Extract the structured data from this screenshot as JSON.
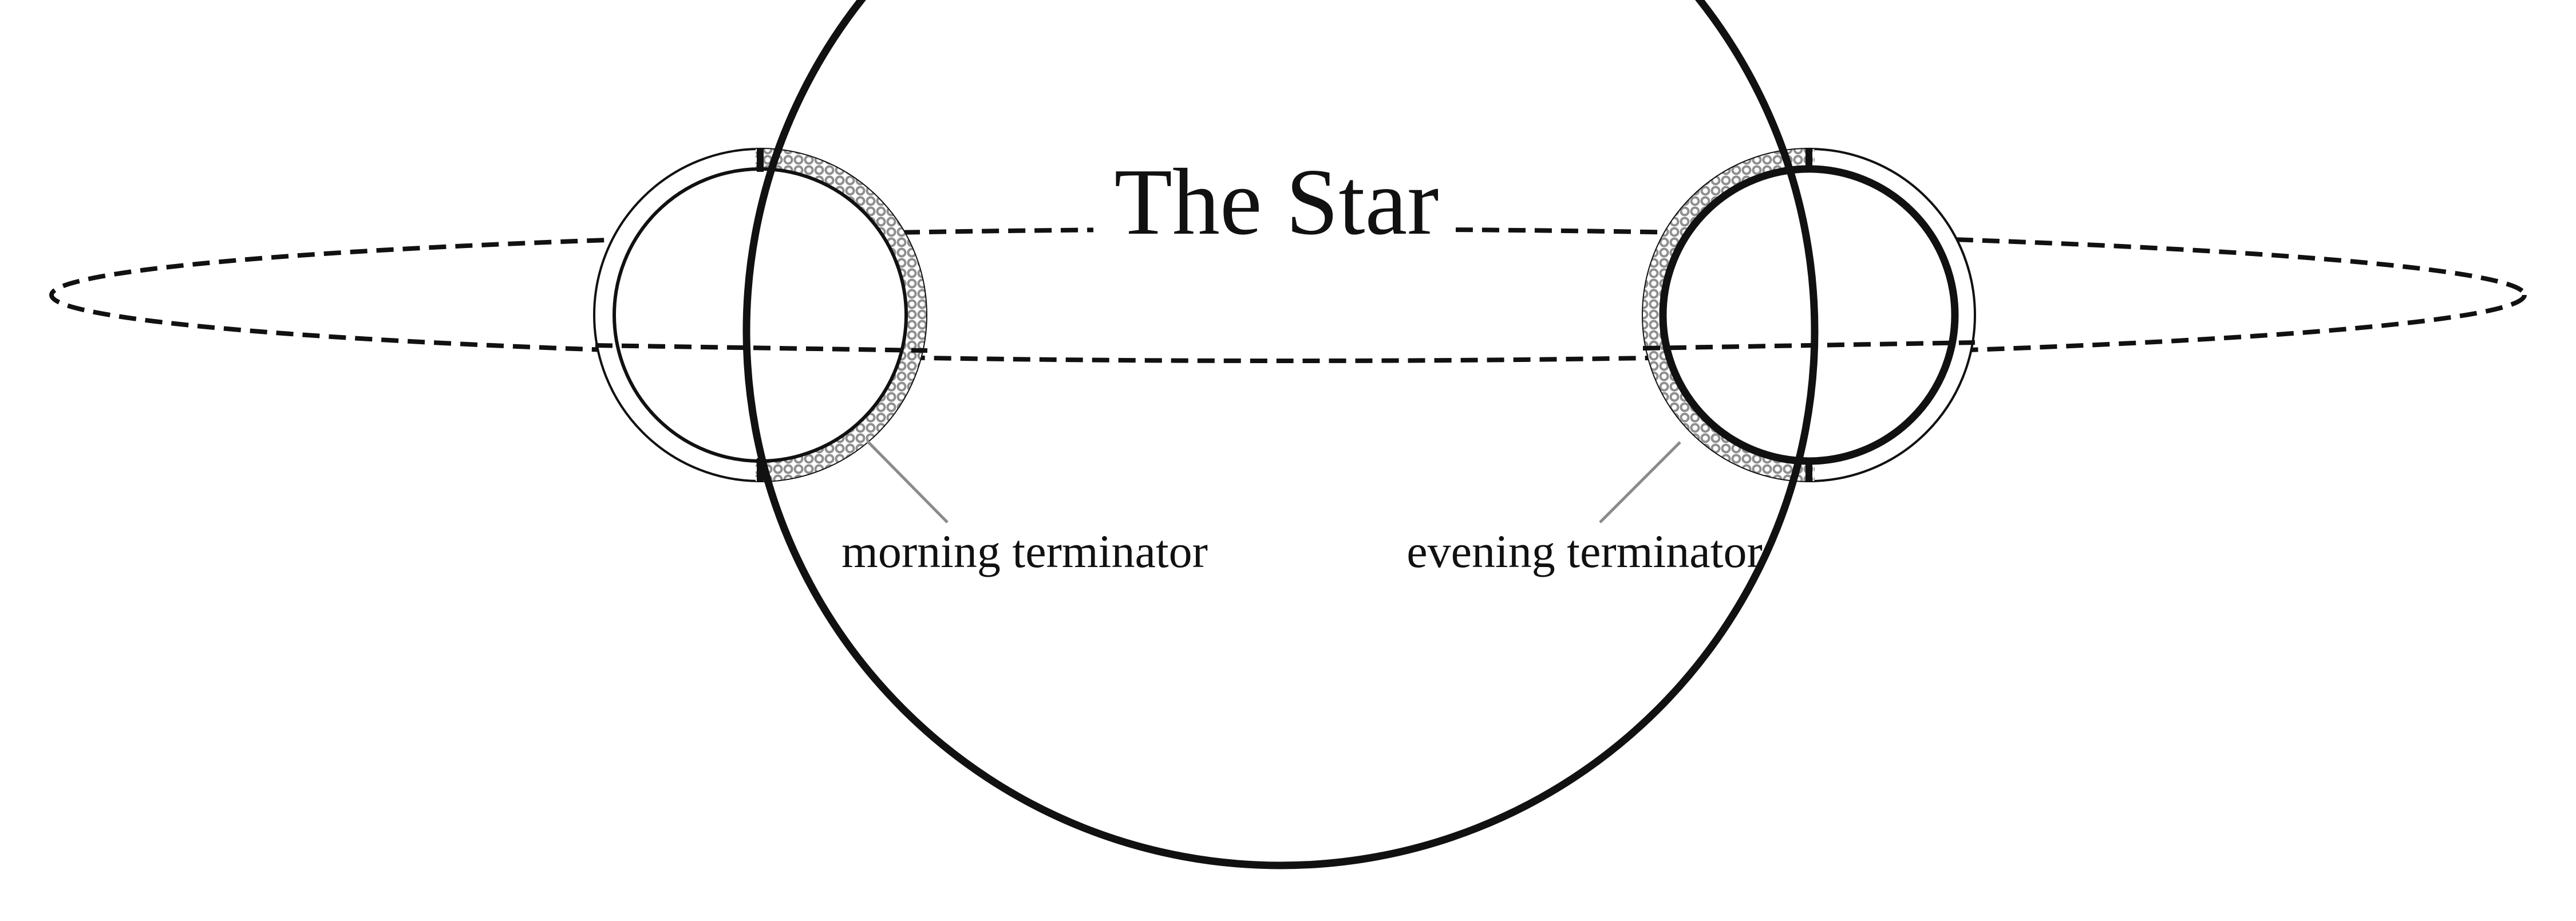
{
  "labels": {
    "star": "The Star",
    "morning": "morning terminator",
    "evening": "evening terminator"
  },
  "colors": {
    "stroke": "#111111",
    "leader": "#8a8a8a",
    "hatch": "#8f8f8f",
    "background": "#ffffff"
  }
}
